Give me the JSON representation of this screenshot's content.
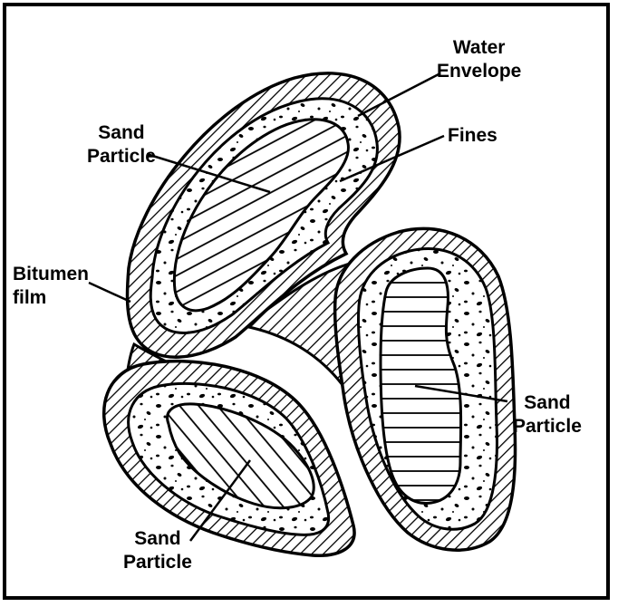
{
  "labels": {
    "water_envelope": [
      "Water",
      "Envelope"
    ],
    "fines": "Fines",
    "sand_particle_top": [
      "Sand",
      "Particle"
    ],
    "bitumen_film": [
      "Bitumen",
      "film"
    ],
    "sand_particle_right": [
      "Sand",
      "Particle"
    ],
    "sand_particle_bottom": [
      "Sand",
      "Particle"
    ]
  },
  "colors": {
    "ink": "#000000",
    "paper": "#ffffff"
  }
}
